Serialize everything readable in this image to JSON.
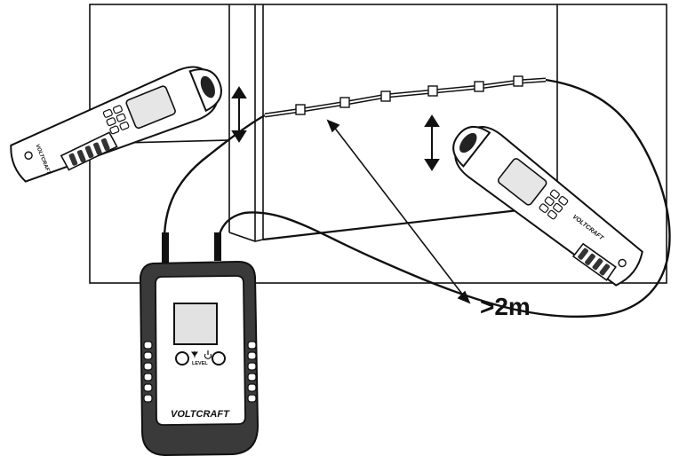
{
  "figure": {
    "distance_label": ">2m",
    "transmitter": {
      "brand": "VOLTCRAFT",
      "buttons": {
        "level_label": "LEVEL",
        "level_icon": "signal-icon",
        "power_icon": "power-icon"
      }
    },
    "receiver": {
      "brand": "VOLTCRAFT"
    },
    "colors": {
      "ink": "#111111",
      "device_dark": "#3a3a3a",
      "screen": "#cfcfcf",
      "paper": "#ffffff"
    }
  }
}
